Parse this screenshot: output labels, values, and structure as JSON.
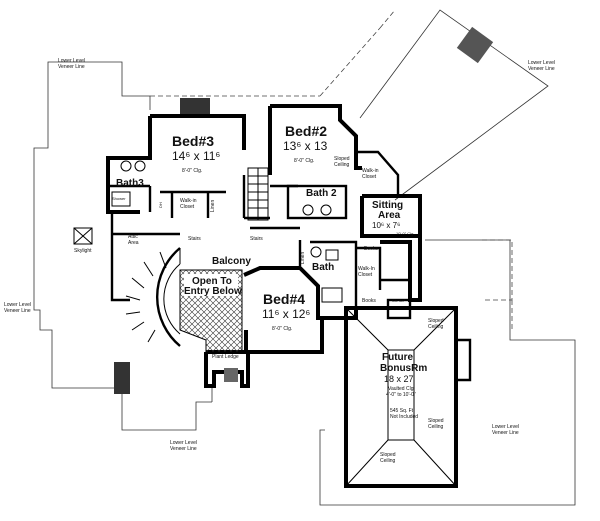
{
  "rooms": {
    "bed3": {
      "name": "Bed#3",
      "size": "14⁶ x 11⁶",
      "ceiling": "8'-0\" Clg."
    },
    "bed2": {
      "name": "Bed#2",
      "size": "13⁶ x 13",
      "ceiling": "8'-0\" Clg."
    },
    "bed4": {
      "name": "Bed#4",
      "size": "11⁶ x 12⁶",
      "ceiling": "8'-0\" Clg."
    },
    "bath3": {
      "name": "Bath3"
    },
    "bath2": {
      "name": "Bath 2"
    },
    "bath": {
      "name": "Bath"
    },
    "sitting": {
      "name": "Sitting",
      "name2": "Area",
      "size": "10⁶ x 7⁶",
      "ceiling": "10'-0\" Clg."
    },
    "balcony": {
      "name": "Balcony"
    },
    "open_entry": {
      "line1": "Open To",
      "line2": "Entry Below"
    },
    "bonus": {
      "name1": "Future",
      "name2": "BonusRm",
      "size": "18 x 27",
      "ceiling1": "Vaulted Clg.",
      "ceiling2": "4'-0\" to 10'-0\"",
      "area1": "545 Sq. Ft.",
      "area2": "Not Included"
    }
  },
  "small_labels": {
    "walkin_closet": "Walk-in Closet",
    "walkin_closet_2": "Walk-In Closet",
    "linen": "Linen",
    "stairs": "Stairs",
    "attic_area": "Attic Area",
    "sloped_ceiling": "Sloped Ceiling",
    "skylight": "Skylight",
    "books": "Books",
    "plant_ledge": "Plant Ledge",
    "ch": "Ch. 84\"",
    "shower": "Shower",
    "dh": "DH"
  },
  "annotations": {
    "veneer_1": "Lower Level",
    "veneer_2": "Veneer Line"
  }
}
